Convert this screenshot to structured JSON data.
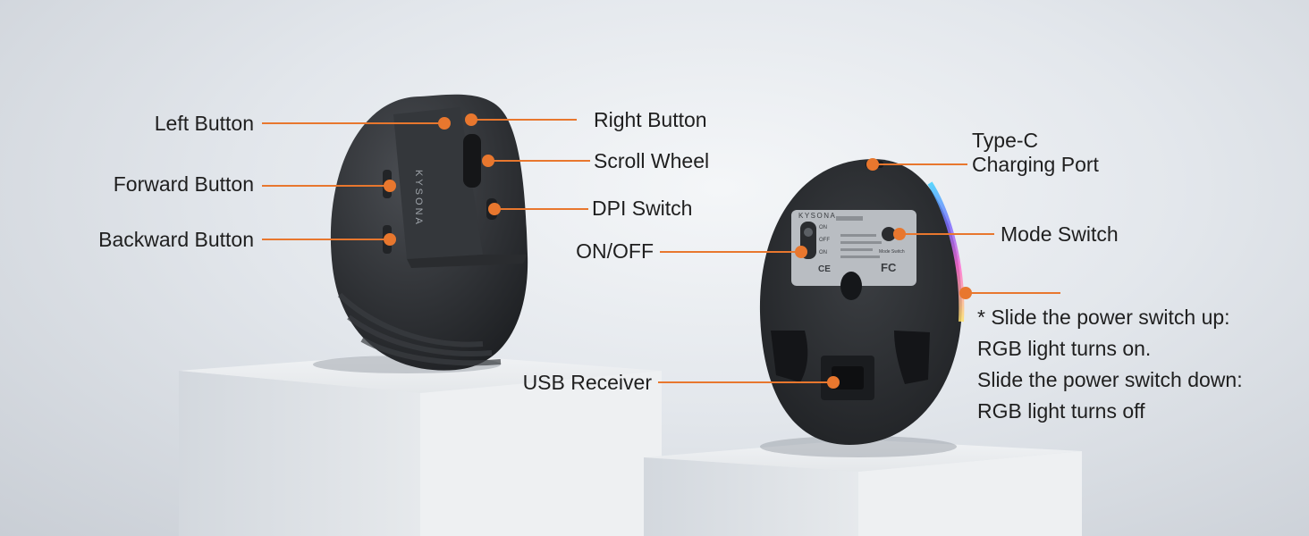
{
  "brand": "KYSONA",
  "colors": {
    "accent": "#e8772e",
    "mouse_body": "#2e3033",
    "pedestal": "#e9ecef"
  },
  "left_callouts": {
    "left_button": "Left Button",
    "forward_button": "Forward Button",
    "backward_button": "Backward Button"
  },
  "right_callouts": {
    "right_button": "Right Button",
    "scroll_wheel": "Scroll Wheel",
    "dpi_switch": "DPI Switch"
  },
  "bottom_callouts": {
    "on_off": "ON/OFF",
    "usb_receiver": "USB Receiver",
    "type_c_line1": "Type-C",
    "type_c_line2": "Charging Port",
    "mode_switch": "Mode Switch"
  },
  "note": {
    "line1": "* Slide the power switch up:",
    "line2": "RGB light turns on.",
    "line3": "Slide the power switch down:",
    "line4": "RGB light turns off"
  },
  "sticker": {
    "on": "ON",
    "off": "OFF",
    "on2": "ON",
    "mode_label": "Mode Switch",
    "fc": "FC",
    "ce": "CE"
  }
}
